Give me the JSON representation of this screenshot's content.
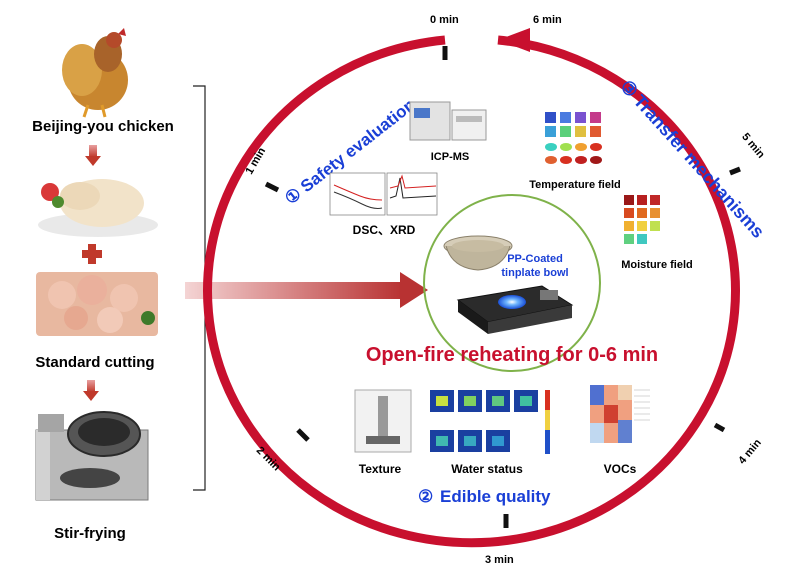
{
  "left_panel": {
    "step1": "Beijing-you chicken",
    "step2": "Standard cutting",
    "step3": "Stir-frying"
  },
  "center": {
    "title": "Open-fire reheating for 0-6 min",
    "bowl_label_line1": "PP-Coated",
    "bowl_label_line2": "tinplate bowl"
  },
  "time_labels": [
    "0 min",
    "1 min",
    "2 min",
    "3 min",
    "4 min",
    "5 min",
    "6 min"
  ],
  "sections": {
    "safety": {
      "number": "①",
      "title": "Safety evaluation",
      "items": [
        "ICP-MS",
        "DSC、XRD"
      ]
    },
    "edible": {
      "number": "②",
      "title": "Edible quality",
      "items": [
        "Texture",
        "Water status",
        "VOCs"
      ]
    },
    "transfer": {
      "number": "③",
      "title": "Transfer mechanisms",
      "items": [
        "Temperature field",
        "Moisture field"
      ]
    }
  },
  "colors": {
    "ring": "#c8102e",
    "title_red": "#c8102e",
    "section_blue": "#1a3fd6",
    "bowl_circle": "#7fb24a",
    "arrow_red": "#b83232"
  }
}
